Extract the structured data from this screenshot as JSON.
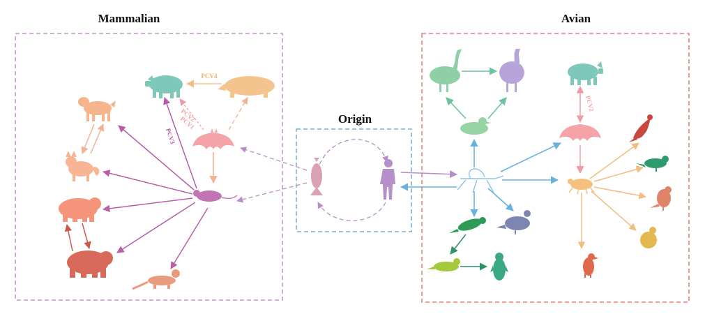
{
  "sections": {
    "mammalian": {
      "title": "Mammalian",
      "border_color": "#c07ccd"
    },
    "origin": {
      "title": "Origin",
      "border_color": "#5aa0c2"
    },
    "avian": {
      "title": "Avian",
      "border_color": "#d9685e"
    }
  },
  "labels": {
    "pcv4": "PCV4",
    "pcv2_left": "PCV2",
    "pcv1": "PCV1",
    "pcv3": "PCV3",
    "pcv2_right": "PCV2"
  },
  "colors": {
    "pig": "#7fc7b9",
    "badger": "#f4c48f",
    "bat": "#f4a3a8",
    "rodent": "#c274b4",
    "dog": "#f6b48c",
    "fox": "#f7b596",
    "bear_light": "#f3947b",
    "bear_dark": "#d9695a",
    "weasel": "#e99b7d",
    "fish": "#d9a1b2",
    "human": "#b690c8",
    "goose": "#8fcfa8",
    "goose_purple": "#b7a5d9",
    "duck": "#98d3a4",
    "mosquito": "#8fc6e4",
    "tick": "#f4c27c",
    "parrot": "#2e9a56",
    "pigeon": "#7d86b2",
    "finch": "#a4c93a",
    "penguin": "#3aa882",
    "cardinal": "#c8473f",
    "magpie": "#2e9b6e",
    "robin": "#e0836b",
    "chicken": "#e3b850",
    "puffin": "#e0694c",
    "arrow_purple": "#b85ea8",
    "arrow_peach": "#f2bb9c",
    "arrow_blue": "#69b2dd",
    "arrow_orange": "#f0be7e",
    "arrow_green": "#6bc39a"
  }
}
